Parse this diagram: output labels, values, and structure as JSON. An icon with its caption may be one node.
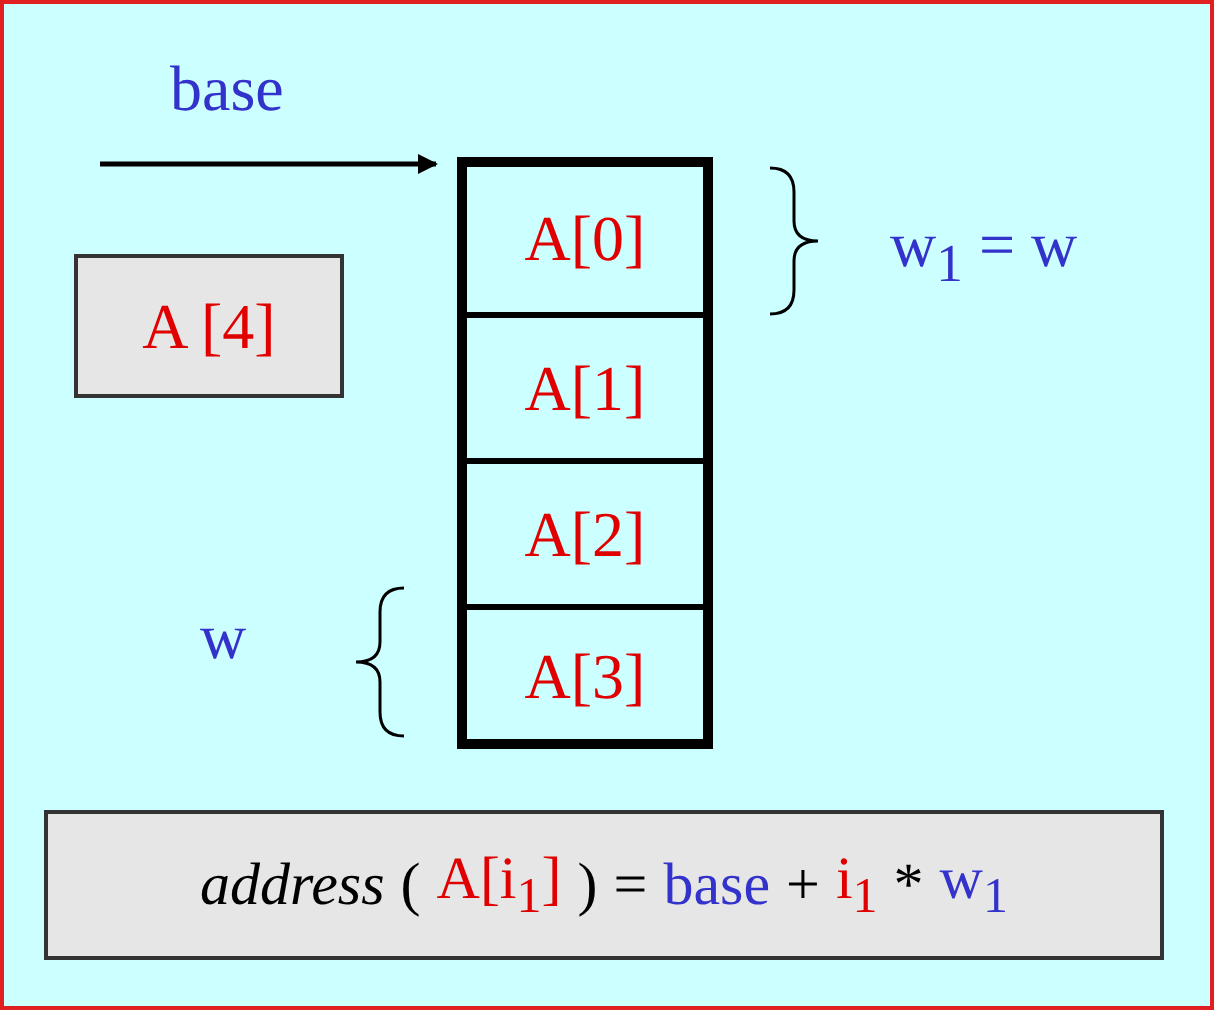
{
  "diagram": {
    "nodes": [
      {
        "text": [
          "A [4]"
        ]
      },
      {
        "text": [
          "A[0]"
        ]
      },
      {
        "text": [
          "A[1]"
        ]
      },
      {
        "text": [
          "A[2]"
        ]
      },
      {
        "text": [
          "A[3]"
        ]
      },
      {
        "text": [
          "address",
          "(",
          "A[i$_{1}$]",
          ")",
          "=",
          "base",
          "+",
          "i$_{1}$",
          "*",
          "w$_{1}$"
        ]
      }
    ],
    "edges": [
      {
        "from": null,
        "to": 1,
        "arrow": "to",
        "label": "base"
      }
    ],
    "labels": [
      "w$_{1}$ = w",
      "w"
    ]
  }
}
